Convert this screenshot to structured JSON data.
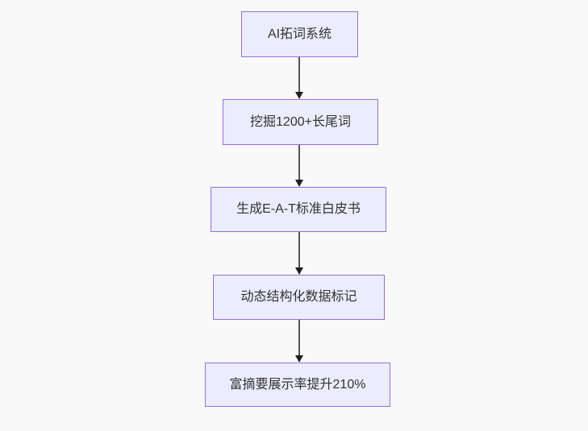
{
  "diagram": {
    "type": "flowchart",
    "direction": "top-down",
    "nodes": [
      {
        "id": "n1",
        "label": "AI拓词系统"
      },
      {
        "id": "n2",
        "label": "挖掘1200+长尾词"
      },
      {
        "id": "n3",
        "label": "生成E-A-T标准白皮书"
      },
      {
        "id": "n4",
        "label": "动态结构化数据标记"
      },
      {
        "id": "n5",
        "label": "富摘要展示率提升210%"
      }
    ],
    "edges": [
      {
        "from": "n1",
        "to": "n2"
      },
      {
        "from": "n2",
        "to": "n3"
      },
      {
        "from": "n3",
        "to": "n4"
      },
      {
        "from": "n4",
        "to": "n5"
      }
    ],
    "colors": {
      "background": "#f9f9f9",
      "node_fill": "#ececff",
      "node_border": "#9370db",
      "node_text": "#333333",
      "arrow_line": "#565656",
      "arrow_head": "#1f1f1f"
    }
  }
}
